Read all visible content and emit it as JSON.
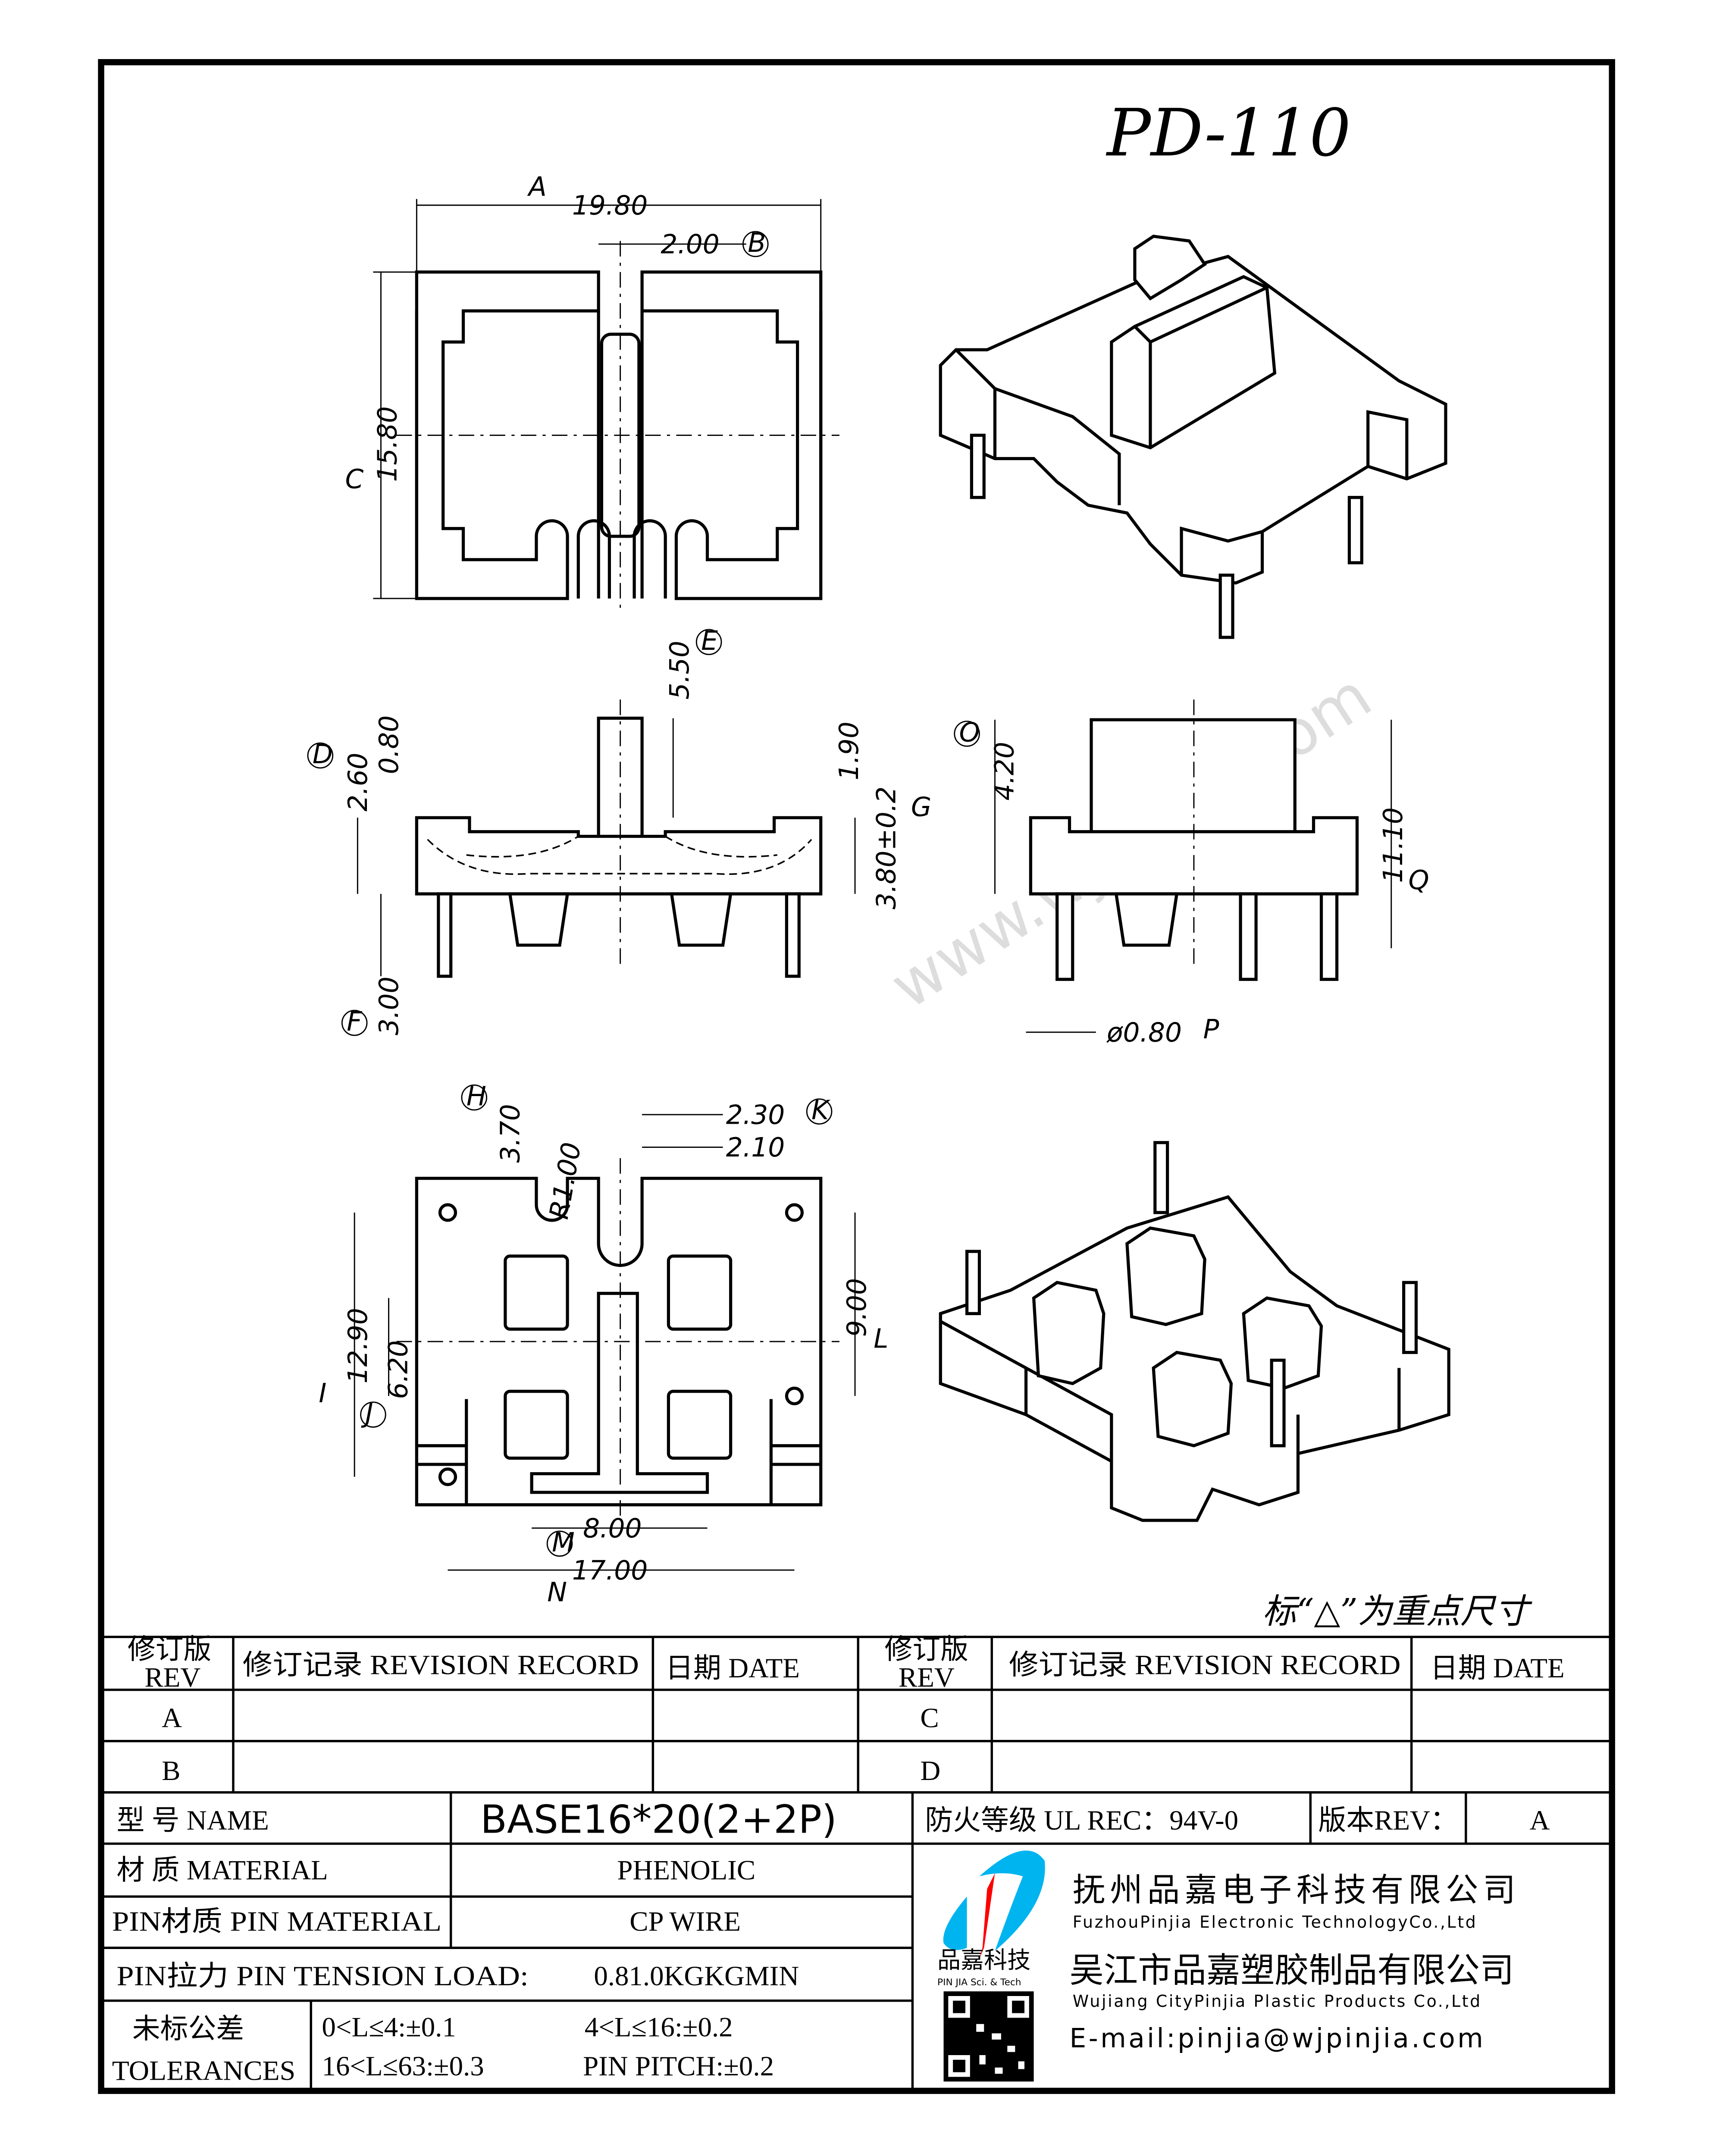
{
  "title": "PD-110",
  "note": "标“△”为重点尺寸",
  "watermark": "www.wjpinjia.com",
  "dimensions": {
    "width": "19.80",
    "width_tag": "A",
    "rib": "2.00",
    "rib_tag": "B",
    "depth": "15.80",
    "depth_tag": "C",
    "post_h": "5.50",
    "post_tag": "E",
    "flange_t": "0.80",
    "base_t": "2.60",
    "base_tag": "D",
    "top_off": "1.90",
    "body_h": "3.80±0.2",
    "body_tag": "G",
    "pin_len": "3.00",
    "pin_tag": "F",
    "wall_h": "4.20",
    "wall_tag": "O",
    "total_h": "11.10",
    "total_tag": "Q",
    "pin_dia": "ø0.80",
    "pin_dia_tag": "P",
    "slot_d": "3.70",
    "slot_tag": "H",
    "radius": "R1.00",
    "slot_w": "2.30",
    "slot_w_tag": "K",
    "slot_in": "2.10",
    "pin_span_y": "12.90",
    "pin_span_y_tag": "I",
    "pin_sp": "6.20",
    "pin_sp_tag": "J",
    "pin_y2": "9.00",
    "pin_y2_tag": "L",
    "inner_w": "8.00",
    "inner_tag": "M",
    "pin_span_x": "17.00",
    "pin_span_x_tag": "N"
  },
  "revision": {
    "rev_header": "修订版",
    "rev_header_en": "REV",
    "record_header": "修订记录 REVISION RECORD",
    "date_header": "日期 DATE",
    "rows": [
      [
        "A",
        "C"
      ],
      [
        "B",
        "D"
      ]
    ]
  },
  "spec": {
    "name_label": "型 号 NAME",
    "name_value": "BASE16*20(2+2P)",
    "fire_label": "防火等级 UL REC：94V-0",
    "version_label": "版本REV：",
    "version_value": "A",
    "material_label": "材 质 MATERIAL",
    "material_value": "PHENOLIC",
    "pin_material_label": "PIN材质 PIN MATERIAL",
    "pin_material_value": "CP WIRE",
    "tension_label": "PIN拉力 PIN TENSION LOAD:",
    "tension_value": "0.81.0KGKGMIN",
    "tol_label_cn": "未标公差",
    "tol_label_en": "TOLERANCES",
    "tol1": "0<L≤4:±0.1",
    "tol2": "4<L≤16:±0.2",
    "tol3": "16<L≤63:±0.3",
    "tol4": "PIN PITCH:±0.2"
  },
  "company": {
    "logo_cn": "品嘉科技",
    "logo_en": "PIN JIA Sci. & Tech",
    "name1_cn": "抚州品嘉电子科技有限公司",
    "name1_en": "FuzhouPinjia Electronic TechnologyCo.,Ltd",
    "name2_cn": "吴江市品嘉塑胶制品有限公司",
    "name2_en": "Wujiang CityPinjia  Plastic Products Co.,Ltd",
    "email": "E-mail:pinjia@wjpinjia.com",
    "logo_blue": "#00b4f0",
    "logo_red": "#ff0000"
  }
}
